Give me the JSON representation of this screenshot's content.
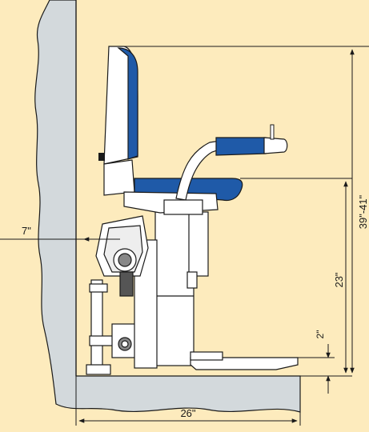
{
  "colors": {
    "background": "#fdebbd",
    "wall": "#d3d9dc",
    "seat_blue": "#1f5aa8",
    "chair_white": "#ffffff",
    "outline": "#1a1a1a",
    "rail_dark": "#555555"
  },
  "dimensions": {
    "wall_offset": "7\"",
    "seat_height_range": "39\"-41\"",
    "seat_height": "23\"",
    "footrest_clearance": "2\"",
    "depth": "26\""
  },
  "icons": [
    "stairlift-chair-icon",
    "dimension-arrow-icon"
  ]
}
